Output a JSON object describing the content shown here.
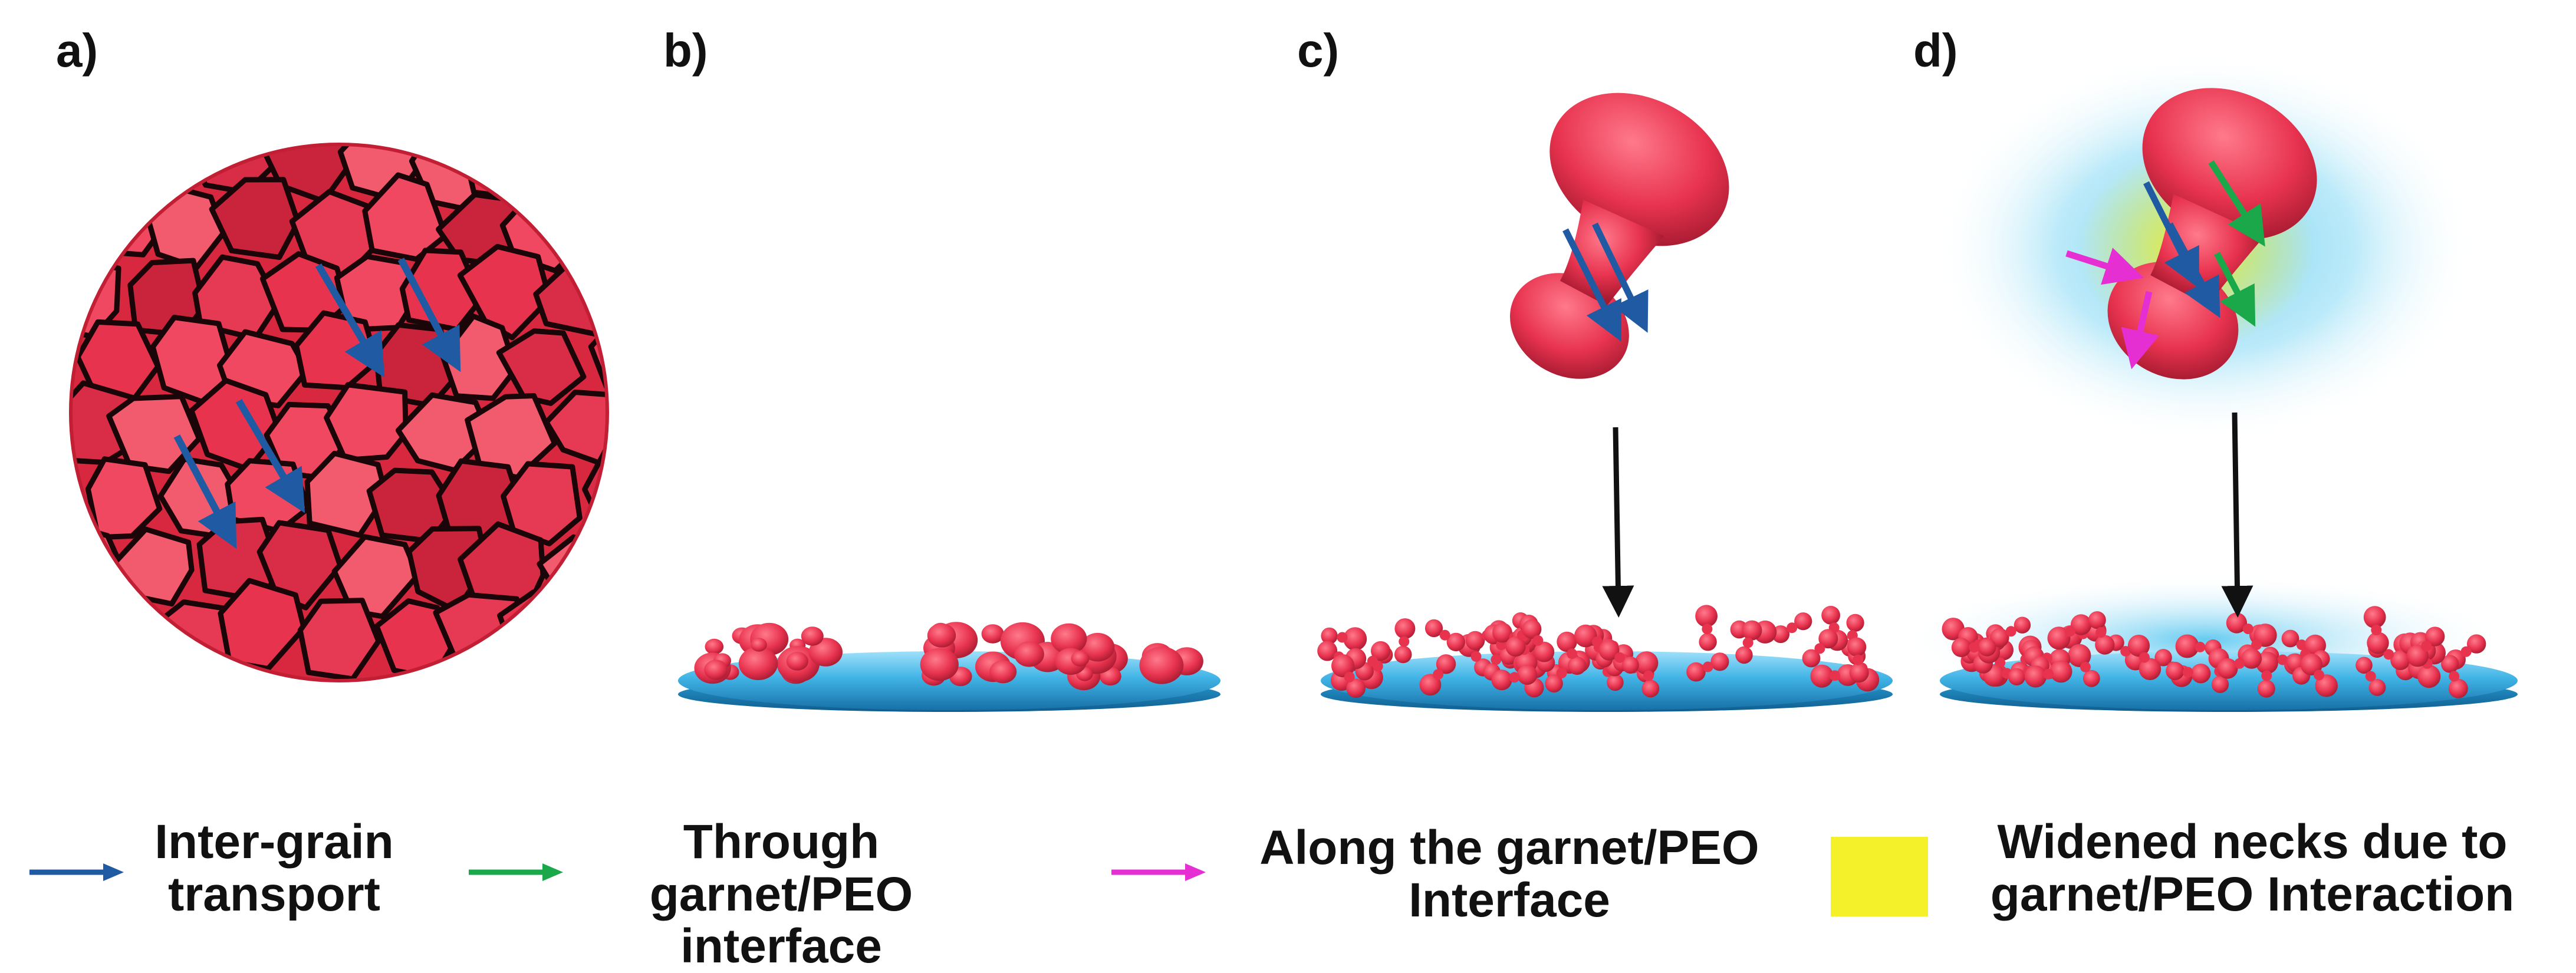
{
  "panels": {
    "a": {
      "label": "a)"
    },
    "b": {
      "label": "b)"
    },
    "c": {
      "label": "c)"
    },
    "d": {
      "label": "d)"
    }
  },
  "colors": {
    "grain_red": "#e8334f",
    "grain_dark": "#b81f37",
    "substrate_blue": "#2a9fd8",
    "halo_blue": "#7fd4f2",
    "inter_grain_arrow": "#1f5aa3",
    "through_interface_arrow": "#1aa84a",
    "along_interface_arrow": "#e62fd2",
    "widened_neck": "#f4f02a",
    "drop_arrow": "#111111"
  },
  "legend": {
    "inter_grain": {
      "text": "Inter-grain\ntransport",
      "icon": "blue-arrow-icon"
    },
    "through_interface": {
      "text": "Through garnet/PEO\ninterface",
      "icon": "green-arrow-icon"
    },
    "along_interface": {
      "text": "Along the garnet/PEO\nInterface",
      "icon": "magenta-arrow-icon"
    },
    "widened_necks": {
      "text": "Widened necks due to\ngarnet/PEO Interaction",
      "icon": "yellow-square-icon"
    }
  }
}
